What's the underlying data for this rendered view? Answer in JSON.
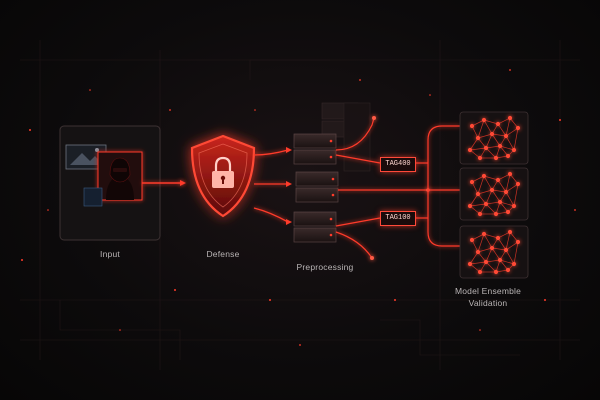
{
  "stages": {
    "input": "Input",
    "defense": "Defense",
    "preprocessing": "Preprocessing",
    "model_line1": "Model Ensemble",
    "model_line2": "Validation"
  },
  "tags": [
    "TAG400",
    "TAG100"
  ],
  "colors": {
    "accent": "#ff3b2a",
    "glow": "#ff5a44",
    "background": "#0b0a0b",
    "label": "#b9b4b5"
  },
  "icons": [
    "image-icon",
    "hooded-figure-icon",
    "shield-lock-icon",
    "server-icon",
    "neural-network-icon"
  ]
}
